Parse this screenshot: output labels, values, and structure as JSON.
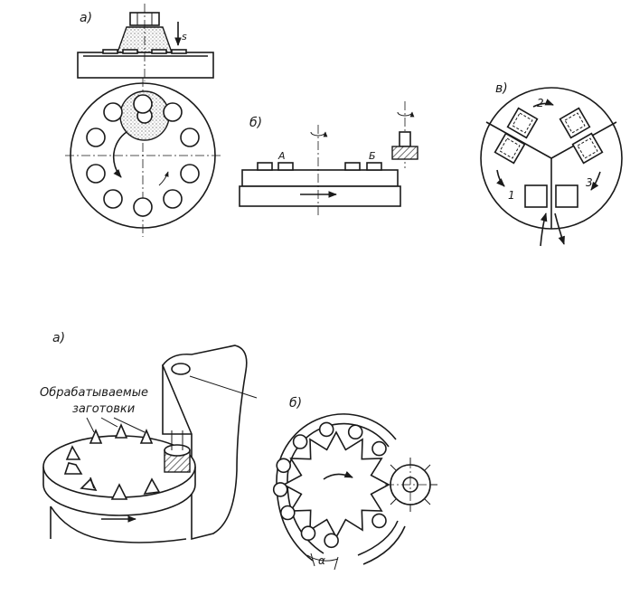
{
  "labels": {
    "top_a": "а)",
    "top_b": "б)",
    "top_v": "в)",
    "feed_s": "s",
    "pos_A": "А",
    "pos_B": "Б",
    "station_1": "1",
    "station_2": "2",
    "station_3": "3",
    "bottom_a": "а)",
    "bottom_b": "б)",
    "workpieces_line1": "Обрабатываемые",
    "workpieces_line2": "заготовки",
    "angle_alpha": "α"
  },
  "colors": {
    "ink": "#1a1a1a",
    "paper": "#ffffff"
  }
}
